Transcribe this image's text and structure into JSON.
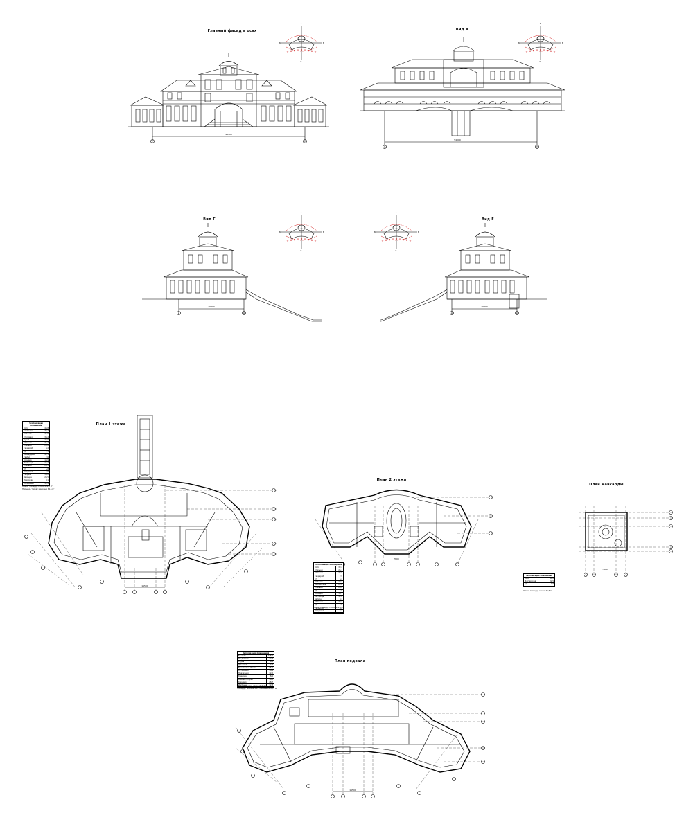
{
  "sheet": {
    "background": "#ffffff",
    "line_color": "#000000",
    "accent_red": "#cc0000"
  },
  "elevations": [
    {
      "id": "front",
      "title": "Главный фасад в осях",
      "dimension": "41700",
      "axes": [
        "1",
        "13"
      ]
    },
    {
      "id": "rear",
      "title": "Вид А",
      "dimension": "54000",
      "axes": [
        "13",
        "1"
      ]
    },
    {
      "id": "side_left",
      "title": "Вид Г",
      "dimension": "16800",
      "axes": [
        "Б",
        "Ж"
      ]
    },
    {
      "id": "side_right",
      "title": "Вид Е",
      "dimension": "16800",
      "axes": [
        "Ж",
        "Б"
      ]
    }
  ],
  "plans": [
    {
      "id": "plan1",
      "title": "План 1 этажа",
      "dimension": "11500"
    },
    {
      "id": "plan2",
      "title": "План 2 этажа",
      "dimension": "7800"
    },
    {
      "id": "plan3",
      "title": "План мансарды",
      "dimension": "7800"
    },
    {
      "id": "plan0",
      "title": "План подвала",
      "dimension": "11500"
    }
  ],
  "key_plan_labels": [
    "А",
    "Б",
    "В",
    "Г"
  ],
  "tables": {
    "t1": {
      "title": "Экспликация помещений",
      "rows": [
        [
          "Холл",
          "48,8"
        ],
        [
          "Гостиная",
          "72,4"
        ],
        [
          "Кабинет",
          "24,6"
        ],
        [
          "Столовая",
          "38,2"
        ],
        [
          "Кухня",
          "22,0"
        ],
        [
          "Спальня",
          "26,4"
        ],
        [
          "Спальня",
          "24,8"
        ],
        [
          "Гардероб",
          "8,2"
        ],
        [
          "С/у",
          "6,4"
        ],
        [
          "Бильярдная",
          "42,1"
        ],
        [
          "Тамбур",
          "7,6"
        ],
        [
          "Коридор",
          "18,9"
        ],
        [
          "Лестница",
          "14,2"
        ],
        [
          "Спальня",
          "25,3"
        ],
        [
          "С/у",
          "5,8"
        ],
        [
          "Кладовая",
          "4,6"
        ],
        [
          "Терраса",
          "36,0"
        ],
        [
          "Веранда",
          "28,5"
        ],
        [
          "Прихожая",
          "9,1"
        ],
        [
          "Котельная",
          "12,4"
        ]
      ],
      "footer_1": "Общая площадь этажа",
      "footer_1_value": "612,5 м²",
      "footer_2": "Площадь террас и веранд",
      "footer_2_value": "64,5 м²"
    },
    "t2": {
      "title": "Экспликация помещений",
      "rows": [
        [
          "Холл",
          "32,4"
        ],
        [
          "Спальня",
          "26,1"
        ],
        [
          "Спальня",
          "24,8"
        ],
        [
          "Гардероб",
          "7,9"
        ],
        [
          "С/у",
          "6,2"
        ],
        [
          "Кабинет",
          "18,3"
        ],
        [
          "Библиотека",
          "22,6"
        ],
        [
          "Спальня",
          "25,0"
        ],
        [
          "С/у",
          "5,9"
        ],
        [
          "Коридор",
          "14,7"
        ],
        [
          "Лестница",
          "12,8"
        ],
        [
          "Балкон",
          "8,4"
        ],
        [
          "Спальня",
          "23,7"
        ],
        [
          "С/у",
          "6,0"
        ],
        [
          "Гардероб",
          "6,8"
        ],
        [
          "Кладовая",
          "4,1"
        ]
      ],
      "footer_1": "Общая площадь этажа",
      "footer_1_value": "412,3 м²"
    },
    "t3": {
      "title": "Экспликация помещений",
      "rows": [
        [
          "Холл",
          "18,2"
        ],
        [
          "Мастерская",
          "22,5"
        ],
        [
          "С/у",
          "4,8"
        ]
      ],
      "footer_1": "Общая площадь этажа",
      "footer_1_value": "45,5 м²"
    },
    "t4": {
      "title": "Экспликация помещений",
      "rows": [
        [
          "Бассейн",
          "148,6"
        ],
        [
          "Раздевалка",
          "12,4"
        ],
        [
          "Сауна",
          "9,8"
        ],
        [
          "Душевая",
          "7,2"
        ],
        [
          "Тренажерный зал",
          "36,1"
        ],
        [
          "Котельная",
          "18,4"
        ],
        [
          "Прачечная",
          "12,0"
        ],
        [
          "Кладовая",
          "8,6"
        ],
        [
          "Винный погреб",
          "16,3"
        ],
        [
          "Коридор",
          "28,7"
        ],
        [
          "Лестница",
          "12,8"
        ]
      ],
      "footer_1": "Общая площадь этажа",
      "footer_1_value": "512,4 м²",
      "footer_2": "Площадь технических помещений",
      "footer_2_value": "64,5 м²"
    }
  }
}
